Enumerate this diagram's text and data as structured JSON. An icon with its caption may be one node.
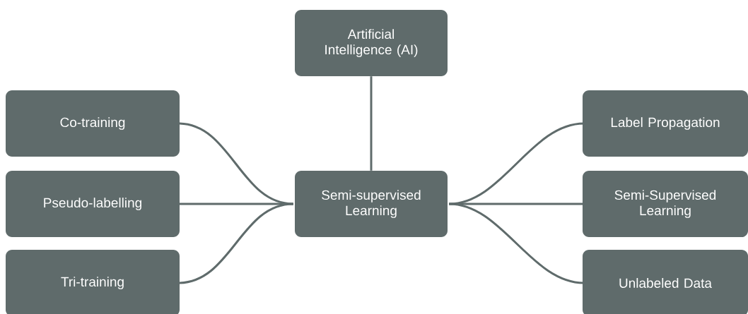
{
  "diagram": {
    "nodes": [
      {
        "text": [
          "Artificial Intelligence (AI)"
        ]
      },
      {
        "text": [
          "Semi-supervised Learning"
        ]
      },
      {
        "text": [
          "Co-training"
        ]
      },
      {
        "text": [
          "Pseudo-labelling"
        ]
      },
      {
        "text": [
          "Tri-training"
        ]
      },
      {
        "text": [
          "Label Propagation"
        ]
      },
      {
        "text": [
          "Semi-Supervised Learning"
        ]
      },
      {
        "text": [
          "Unlabeled Data"
        ]
      }
    ],
    "edges": [
      {
        "from": 1,
        "to": 0,
        "arrow": "none"
      },
      {
        "from": 1,
        "to": 2,
        "arrow": "none"
      },
      {
        "from": 1,
        "to": 3,
        "arrow": "none"
      },
      {
        "from": 1,
        "to": 4,
        "arrow": "none"
      },
      {
        "from": 1,
        "to": 5,
        "arrow": "none"
      },
      {
        "from": 1,
        "to": 6,
        "arrow": "none"
      },
      {
        "from": 1,
        "to": 7,
        "arrow": "none"
      }
    ]
  }
}
